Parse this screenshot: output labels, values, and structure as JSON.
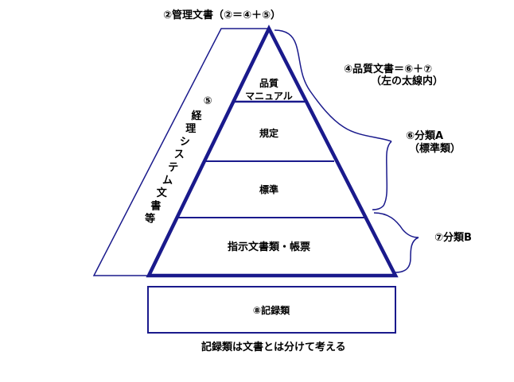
{
  "title": "②管理文書（②＝④＋⑤）",
  "side_group": {
    "number": "⑤",
    "label_chars": [
      "経",
      "理",
      "シ",
      "ス",
      "テ",
      "ム",
      "文",
      "書",
      "等"
    ]
  },
  "layers": {
    "manual_line1": "品質",
    "manual_line2": "マニュアル",
    "regulation": "規定",
    "standard": "標準",
    "instructions": "指示文書類・帳票"
  },
  "annotations": {
    "quality_docs_line1": "④品質文書＝⑥＋⑦",
    "quality_docs_line2": "（左の太線内）",
    "class_a_line1": "⑥分類A",
    "class_a_line2": "（標準類）",
    "class_b": "⑦分類B"
  },
  "records": {
    "label": "⑧記録類"
  },
  "footnote": "記録類は文書とは分けて考える",
  "colors": {
    "navy": "#1a1a8c",
    "black": "#000000"
  }
}
